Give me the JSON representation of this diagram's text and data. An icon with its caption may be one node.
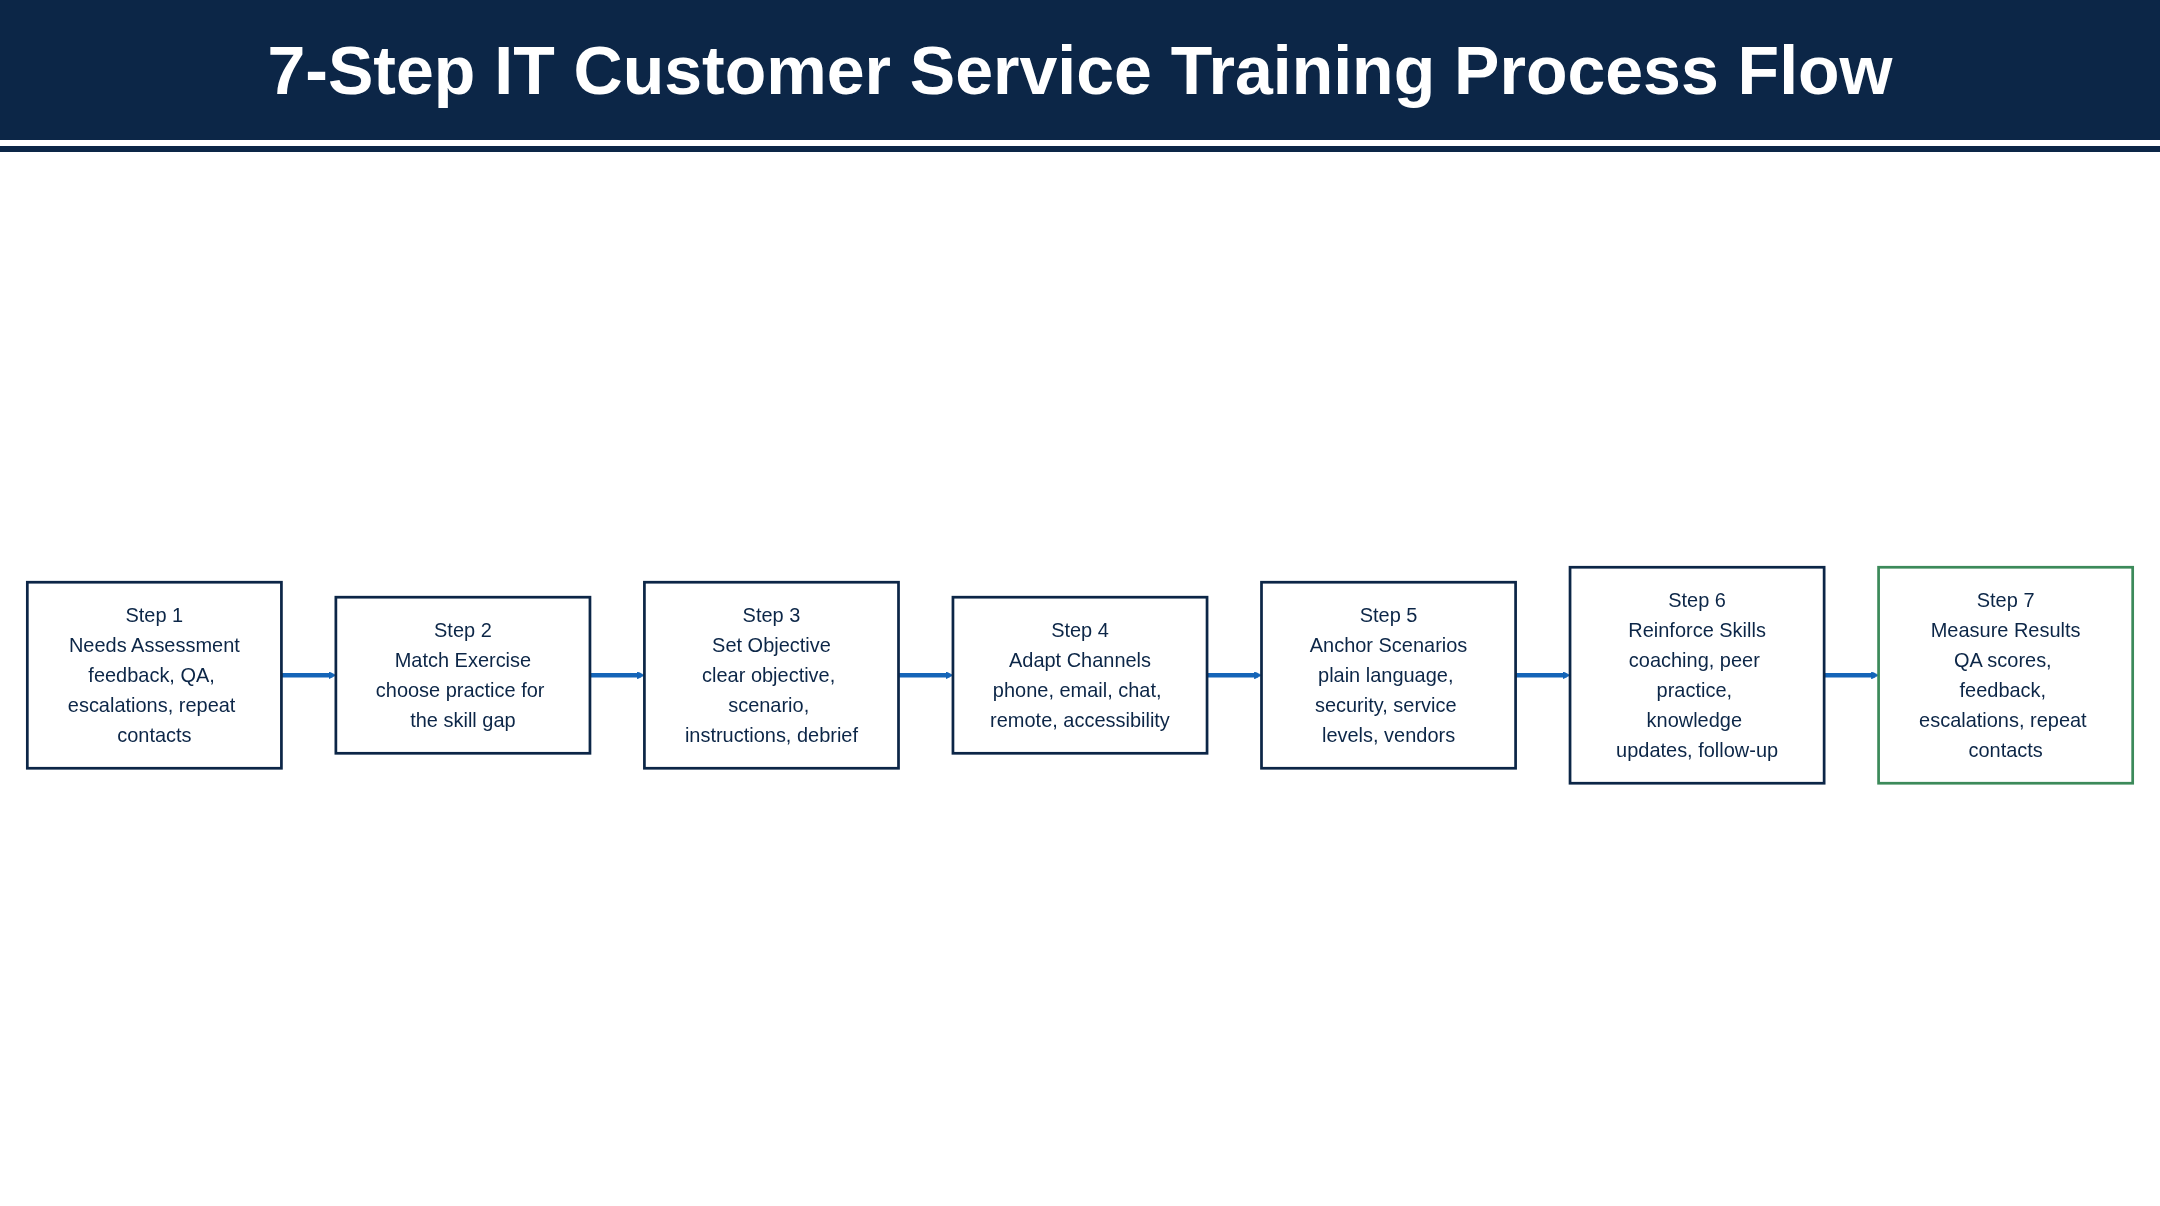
{
  "diagram": {
    "title": "7-Step IT Customer Service Training Process Flow",
    "nodes": [
      {
        "text": [
          "Step 1",
          "Needs Assessment",
          "feedback, QA, escalations, repeat contacts"
        ]
      },
      {
        "text": [
          "Step 2",
          "Match Exercise",
          "choose practice for the skill gap"
        ]
      },
      {
        "text": [
          "Step 3",
          "Set Objective",
          "clear objective, scenario, instructions, debrief"
        ]
      },
      {
        "text": [
          "Step 4",
          "Adapt Channels",
          "phone, email, chat, remote, accessibility"
        ]
      },
      {
        "text": [
          "Step 5",
          "Anchor Scenarios",
          "plain language, security, service levels, vendors"
        ]
      },
      {
        "text": [
          "Step 6",
          "Reinforce Skills",
          "coaching, peer practice, knowledge updates, follow-up"
        ]
      },
      {
        "text": [
          "Step 7",
          "Measure Results",
          "QA scores, feedback, escalations, repeat contacts"
        ]
      }
    ],
    "edges": [
      {
        "from": 0,
        "to": 1,
        "arrow": "to"
      },
      {
        "from": 1,
        "to": 2,
        "arrow": "to"
      },
      {
        "from": 2,
        "to": 3,
        "arrow": "to"
      },
      {
        "from": 3,
        "to": 4,
        "arrow": "to"
      },
      {
        "from": 4,
        "to": 5,
        "arrow": "to"
      },
      {
        "from": 5,
        "to": 6,
        "arrow": "to"
      }
    ]
  }
}
